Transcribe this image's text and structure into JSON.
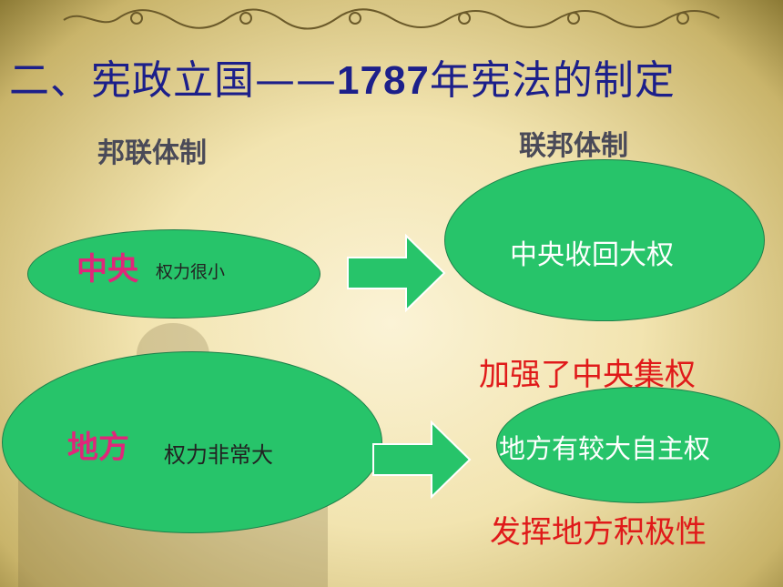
{
  "title": {
    "prefix": "二、宪政立国——",
    "year": "1787",
    "suffix": "年宪法的制定"
  },
  "left_heading": "邦联体制",
  "right_heading": "联邦体制",
  "center_left": {
    "key": "中央",
    "desc": "权力很小"
  },
  "local_left": {
    "key": "地方",
    "desc": "权力非常大"
  },
  "center_right": "中央收回大权",
  "local_right": "地方有较大自主权",
  "result_center": "加强了中央集权",
  "result_local": "发挥地方积极性",
  "colors": {
    "ellipse": "#27c46a",
    "title": "#1c1f8a",
    "key": "#e0267a",
    "result": "#e01a1a"
  }
}
